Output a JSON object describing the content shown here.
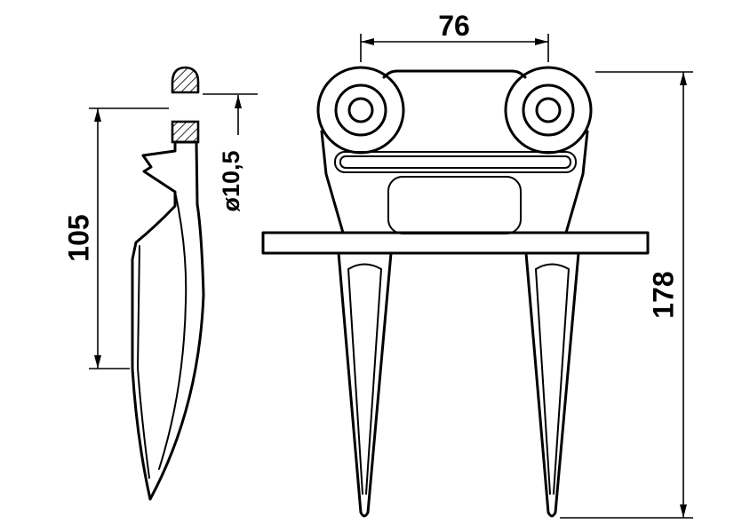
{
  "drawing": {
    "background_color": "#ffffff",
    "line_color": "#000000",
    "dimensions": {
      "hole_spacing": "76",
      "hole_diameter": "ø10,5",
      "shank_height": "105",
      "total_height": "178"
    }
  }
}
